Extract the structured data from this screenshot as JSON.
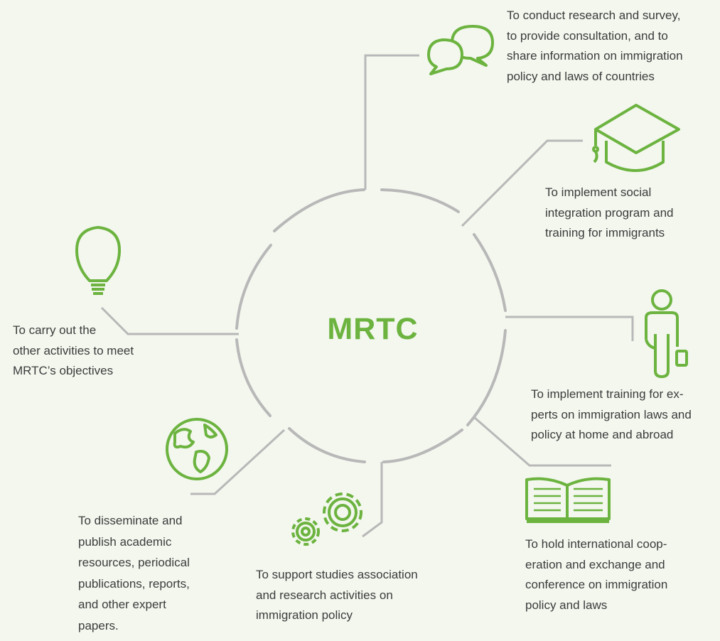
{
  "center": {
    "title": "MRTC"
  },
  "colors": {
    "accent": "#6cb33f",
    "connector": "#b8b8b8",
    "text": "#3c3c3c",
    "background": "#f3f7ee"
  },
  "objectives": [
    {
      "icon": "speech-bubbles-icon",
      "lines": [
        "To conduct research and survey,",
        "to provide consultation, and to",
        "share information on immigration",
        "policy and laws of countries"
      ]
    },
    {
      "icon": "graduation-cap-icon",
      "lines": [
        "To implement social",
        "integration program and",
        "training for immigrants"
      ]
    },
    {
      "icon": "person-badge-icon",
      "lines": [
        "To implement training for ex-",
        "perts on immigration laws and",
        "policy at home and abroad"
      ]
    },
    {
      "icon": "open-book-icon",
      "lines": [
        "To hold international coop-",
        "eration and exchange and",
        "conference on immigration",
        "policy and laws"
      ]
    },
    {
      "icon": "gears-icon",
      "lines": [
        "To support studies association",
        "and research activities on",
        "immigration policy"
      ]
    },
    {
      "icon": "globe-icon",
      "lines": [
        "To disseminate and",
        "publish academic",
        "resources, periodical",
        "publications, reports,",
        "and other expert",
        "papers."
      ]
    },
    {
      "icon": "lightbulb-icon",
      "lines": [
        "To carry out the",
        "other activities to meet",
        "MRTC’s objectives"
      ]
    }
  ]
}
